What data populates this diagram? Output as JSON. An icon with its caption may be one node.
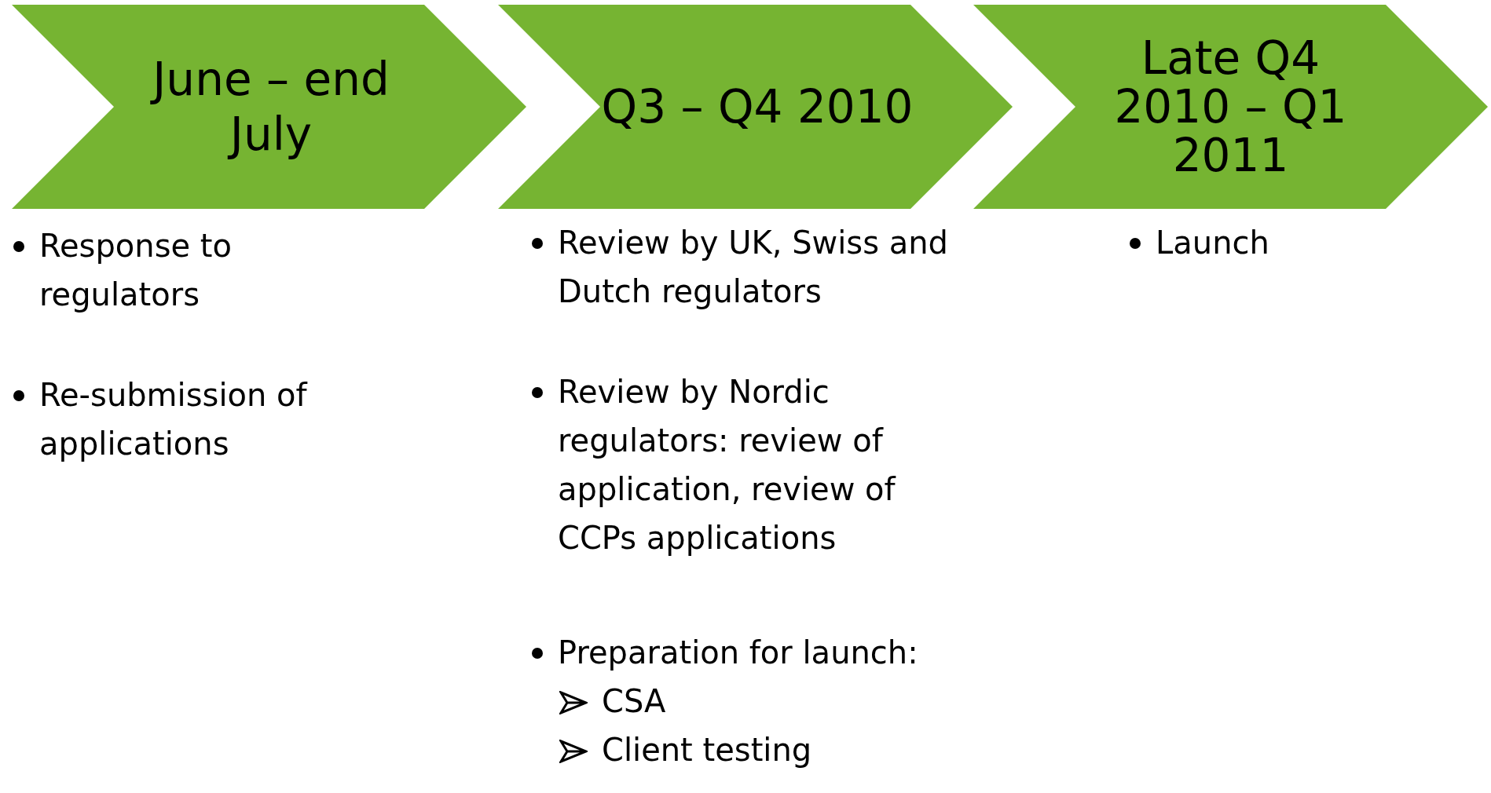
{
  "diagram": {
    "nodes": [
      {
        "text": [
          "June – end July"
        ],
        "beside": [
          "Response to regulators",
          "Re-submission of applications"
        ]
      },
      {
        "text": [
          "Q3 – Q4 2010"
        ],
        "beside": [
          "Review by UK, Swiss and Dutch regulators",
          "Review by Nordic regulators: review of application, review of CCPs applications",
          "Preparation for launch:",
          "CSA",
          "Client testing"
        ]
      },
      {
        "text": [
          "Late Q4 2010 – Q1 2011"
        ],
        "beside": [
          "Launch"
        ]
      }
    ]
  }
}
